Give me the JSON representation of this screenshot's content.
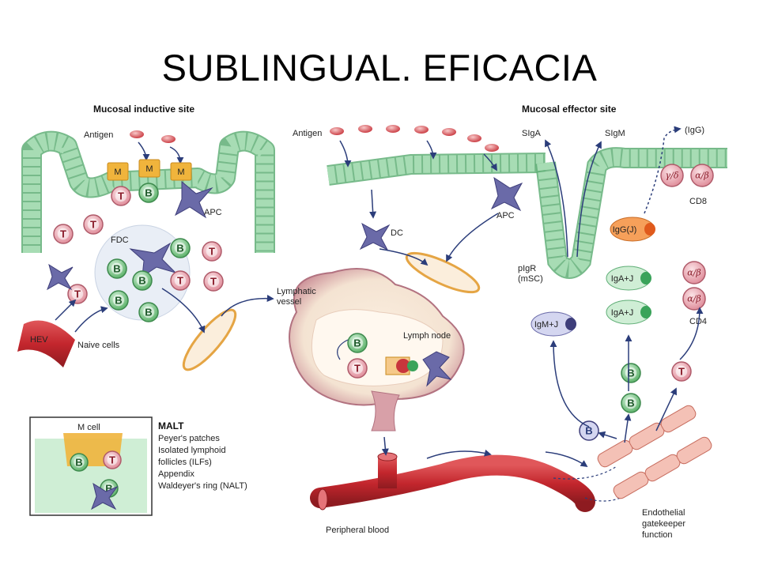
{
  "slide": {
    "title": "SUBLINGUAL. EFICACIA"
  },
  "inductive": {
    "heading": "Mucosal inductive site",
    "antigen": "Antigen",
    "m_label": "M",
    "apc": "APC",
    "fdc": "FDC",
    "hev": "HEV",
    "naive": "Naive cells",
    "t": "T",
    "b": "B"
  },
  "lymph": {
    "vessel_line1": "Lymphatic",
    "vessel_line2": "vessel",
    "node": "Lymph node",
    "dc": "DC",
    "apc": "APC",
    "antigen": "Antigen"
  },
  "effector": {
    "heading": "Mucosal effector site",
    "siga": "SIgA",
    "sigm": "SIgM",
    "igg": "(IgG)",
    "gd": "γ/δ",
    "ab": "α/β",
    "cd8": "CD8",
    "iggj": "IgG(J)",
    "pigr_line1": "pIgR",
    "pigr_line2": "(mSC)",
    "igaj": "IgA+J",
    "igmj": "IgM+J",
    "cd4": "CD4",
    "b": "B",
    "t": "T"
  },
  "blood": {
    "peripheral": "Peripheral blood",
    "gate_line1": "Endothelial",
    "gate_line2": "gatekeeper",
    "gate_line3": "function"
  },
  "malt": {
    "m_cell": "M cell",
    "heading": "MALT",
    "items": [
      "Peyer's patches",
      "Isolated lymphoid",
      "follicles (ILFs)",
      "Appendix",
      "Waldeyer's ring (NALT)"
    ]
  },
  "colors": {
    "epithelium": "#8fd0a0",
    "m_cell": "#f0b43c",
    "t_cell": "#e9a7b0",
    "b_cell": "#6fbe7c",
    "apc": "#6a6aa8",
    "vessel": "#c6363a",
    "node": "#d8a0a8"
  }
}
